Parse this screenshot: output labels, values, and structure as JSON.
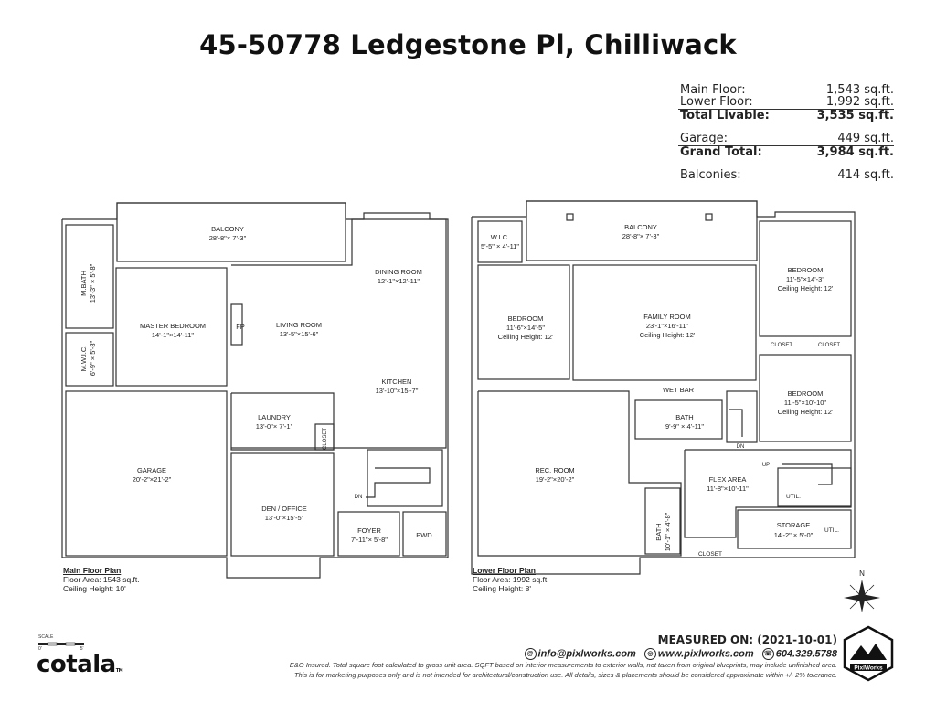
{
  "title": "45-50778 Ledgestone Pl, Chilliwack",
  "summary": {
    "main_floor": {
      "label": "Main Floor:",
      "value": "1,543 sq.ft."
    },
    "lower_floor": {
      "label": "Lower Floor:",
      "value": "1,992 sq.ft."
    },
    "total_livable": {
      "label": "Total Livable:",
      "value": "3,535 sq.ft."
    },
    "garage": {
      "label": "Garage:",
      "value": "449 sq.ft."
    },
    "grand_total": {
      "label": "Grand Total:",
      "value": "3,984 sq.ft."
    },
    "balconies": {
      "label": "Balconies:",
      "value": "414 sq.ft."
    }
  },
  "main_plan": {
    "rooms": {
      "balcony": {
        "name": "BALCONY",
        "dims": "28'-8\"× 7'-3\""
      },
      "mbath": {
        "name": "M.BATH",
        "dims": "13'-3\" × 5'-8\""
      },
      "mwic": {
        "name": "M.W.I.C.",
        "dims": "6'-9\" × 5'-8\""
      },
      "master": {
        "name": "MASTER BEDROOM",
        "dims": "14'-1\"×14'-11\""
      },
      "fp": "FP",
      "living": {
        "name": "LIVING ROOM",
        "dims": "13'-5\"×15'-6\""
      },
      "dining": {
        "name": "DINING ROOM",
        "dims": "12'-1\"×12'-11\""
      },
      "kitchen": {
        "name": "KITCHEN",
        "dims": "13'-10\"×15'-7\""
      },
      "laundry": {
        "name": "LAUNDRY",
        "dims": "13'-0\"× 7'-1\""
      },
      "closet": "CLOSET",
      "garage": {
        "name": "GARAGE",
        "dims": "20'-2\"×21'-2\""
      },
      "den": {
        "name": "DEN / OFFICE",
        "dims": "13'-0\"×15'-5\""
      },
      "dn": "DN",
      "foyer": {
        "name": "FOYER",
        "dims": "7'-11\"× 5'-8\""
      },
      "pwd": "PWD."
    },
    "caption": {
      "heading": "Main Floor Plan",
      "area": "Floor Area: 1543 sq.ft.",
      "ceiling": "Ceiling Height: 10'"
    }
  },
  "lower_plan": {
    "rooms": {
      "wic": {
        "name": "W.I.C.",
        "dims": "5'-5\" × 4'-11\""
      },
      "balcony": {
        "name": "BALCONY",
        "dims": "28'-8\"× 7'-3\""
      },
      "bedroom_left": {
        "name": "BEDROOM",
        "dims": "11'-6\"×14'-5\"",
        "ceiling": "Ceiling Height: 12'"
      },
      "family": {
        "name": "FAMILY ROOM",
        "dims": "23'-1\"×16'-11\"",
        "ceiling": "Ceiling Height: 12'"
      },
      "bedroom_tr": {
        "name": "BEDROOM",
        "dims": "11'-5\"×14'-3\"",
        "ceiling": "Ceiling Height: 12'"
      },
      "closet": "CLOSET",
      "bedroom_mr": {
        "name": "BEDROOM",
        "dims": "11'-5\"×10'-10\"",
        "ceiling": "Ceiling Height: 12'"
      },
      "wetbar": "WET BAR",
      "bath": {
        "name": "BATH",
        "dims": "9'-9\" × 4'-11\""
      },
      "dn": "DN",
      "rec": {
        "name": "REC. ROOM",
        "dims": "19'-2\"×20'-2\""
      },
      "up": "UP",
      "flex": {
        "name": "FLEX AREA",
        "dims": "11'-8\"×10'-11\""
      },
      "util": "UTIL.",
      "bath2": {
        "name": "BATH",
        "dims": "10'-1\" × 4'-8\""
      },
      "storage": {
        "name": "STORAGE",
        "dims": "14'-2\" × 5'-0\""
      }
    },
    "caption": {
      "heading": "Lower Floor Plan",
      "area": "Floor Area: 1992 sq.ft.",
      "ceiling": "Ceiling Height: 8'"
    }
  },
  "compass": "N",
  "scale": {
    "label": "SCALE",
    "start": "0'",
    "end": "5'"
  },
  "footer": {
    "measured": "MEASURED ON: (2021-10-01)",
    "email": "info@pixlworks.com",
    "web": "www.pixlworks.com",
    "phone": "604.329.5788",
    "disclaimer1": "E&O Insured.  Total square foot calculated to gross unit area. SQFT based on interior measurements to exterior walls, not taken from original blueprints, may include unfinished area.",
    "disclaimer2": "This is for marketing purposes only and is not intended for architectural/construction use.  All details, sizes & placements should be considered approximate within +/- 2%  tolerance.",
    "brand": "cotala",
    "brand_tm": "TM",
    "badge": "PixlWorks"
  }
}
